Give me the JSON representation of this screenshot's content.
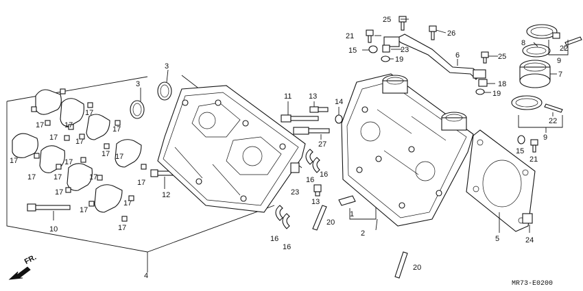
{
  "diagram": {
    "code": "MR73-E0200",
    "direction": "FR.",
    "callouts": [
      "1",
      "2",
      "3",
      "4",
      "5",
      "6",
      "7",
      "8",
      "9",
      "10",
      "11",
      "12",
      "13",
      "14",
      "15",
      "16",
      "17",
      "18",
      "19",
      "20",
      "21",
      "22",
      "23",
      "24",
      "25",
      "26",
      "27"
    ]
  }
}
